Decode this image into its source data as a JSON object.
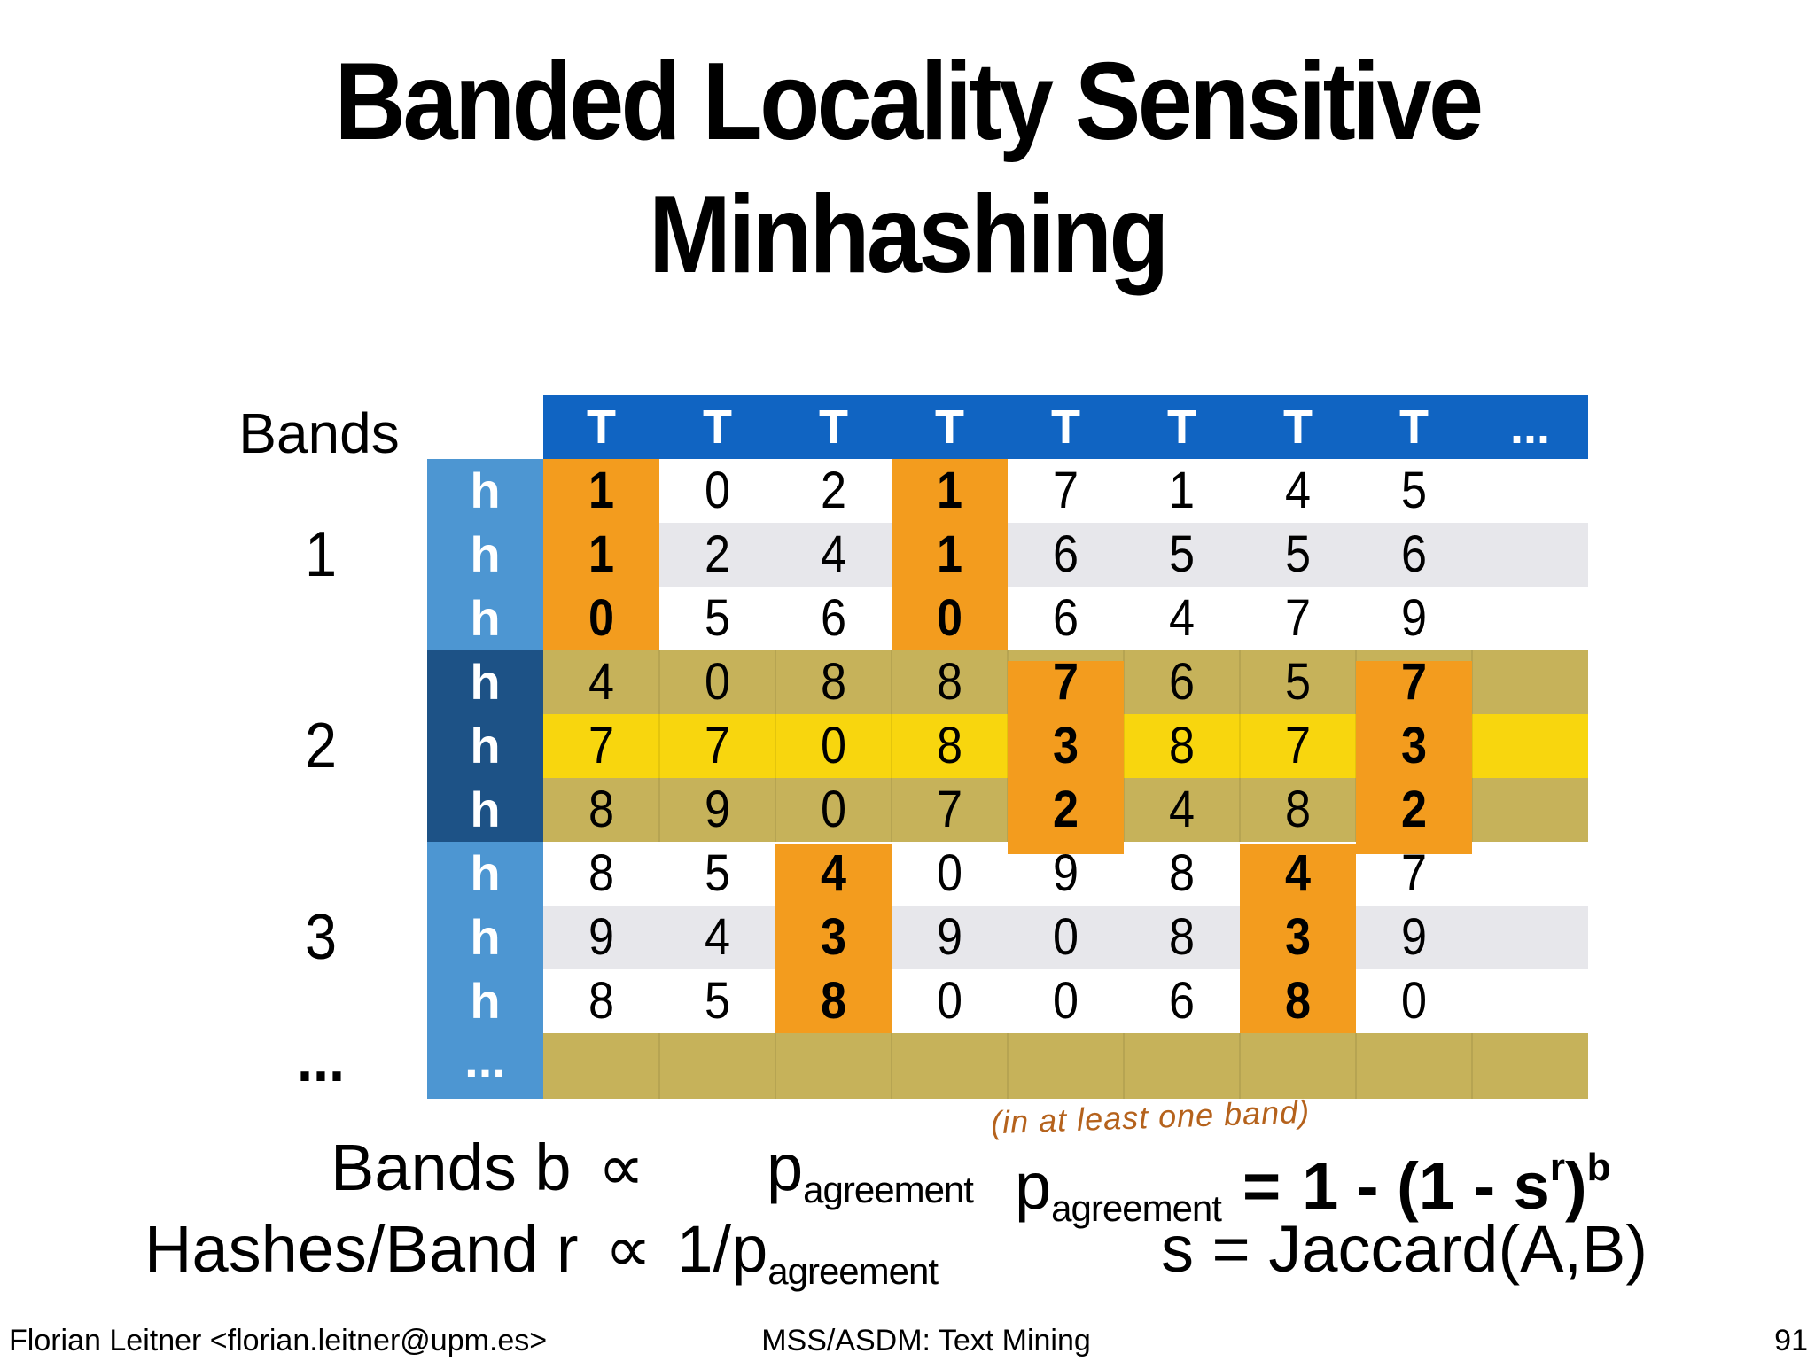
{
  "colors": {
    "header_blue": "#1064C2",
    "light_blue": "#4D96D2",
    "dark_blue": "#1D5286",
    "orange": "#F39C1E",
    "olive": "#C6B25A",
    "yellow": "#F8D60E",
    "row_gray": "#E7E7EB",
    "row_white": "#FFFFFF",
    "annotation_brown": "#B5621C"
  },
  "slide": {
    "title_line1": "Banded Locality Sensitive",
    "title_line2": "Minhashing",
    "bands_caption": "Bands",
    "band_labels": [
      "1",
      "2",
      "3",
      "..."
    ]
  },
  "table": {
    "header_cells": [
      "T",
      "T",
      "T",
      "T",
      "T",
      "T",
      "T",
      "T",
      "..."
    ],
    "hash_label": "h",
    "dots_label": "...",
    "bands": [
      {
        "label": "1",
        "h_color": "light",
        "row_bgs": [
          "white",
          "gray",
          "white"
        ],
        "highlight_cols": [
          0,
          3
        ],
        "rows": [
          [
            "1",
            "0",
            "2",
            "1",
            "7",
            "1",
            "4",
            "5"
          ],
          [
            "1",
            "2",
            "4",
            "1",
            "6",
            "5",
            "5",
            "6"
          ],
          [
            "0",
            "5",
            "6",
            "0",
            "6",
            "4",
            "7",
            "9"
          ]
        ]
      },
      {
        "label": "2",
        "h_color": "dark",
        "row_bgs": [
          "olive",
          "yellow",
          "olive"
        ],
        "highlight_cols": [
          4,
          7
        ],
        "rows": [
          [
            "4",
            "0",
            "8",
            "8",
            "7",
            "6",
            "5",
            "7"
          ],
          [
            "7",
            "7",
            "0",
            "8",
            "3",
            "8",
            "7",
            "3"
          ],
          [
            "8",
            "9",
            "0",
            "7",
            "2",
            "4",
            "8",
            "2"
          ]
        ]
      },
      {
        "label": "3",
        "h_color": "light",
        "row_bgs": [
          "white",
          "gray",
          "white"
        ],
        "highlight_cols": [
          2,
          6
        ],
        "rows": [
          [
            "8",
            "5",
            "4",
            "0",
            "9",
            "8",
            "4",
            "7"
          ],
          [
            "9",
            "4",
            "3",
            "9",
            "0",
            "8",
            "3",
            "9"
          ],
          [
            "8",
            "5",
            "8",
            "0",
            "0",
            "6",
            "8",
            "0"
          ]
        ]
      }
    ]
  },
  "formulas": {
    "annotation": "(in at least one band)",
    "bands_lhs": "Bands b",
    "prop": "∝",
    "p": "p",
    "agreement": "agreement",
    "equals": "=",
    "rhs_main": "1 - (1 - s",
    "rhs_sup_r": "r",
    "rhs_close": ")",
    "rhs_sup_b": "b",
    "hashes_lhs": "Hashes/Band r",
    "one_over_p": "1/p",
    "jaccard": "s = Jaccard(A,B)"
  },
  "footer": {
    "author": "Florian Leitner <florian.leitner@upm.es>",
    "course": "MSS/ASDM: Text Mining",
    "page": "91"
  }
}
